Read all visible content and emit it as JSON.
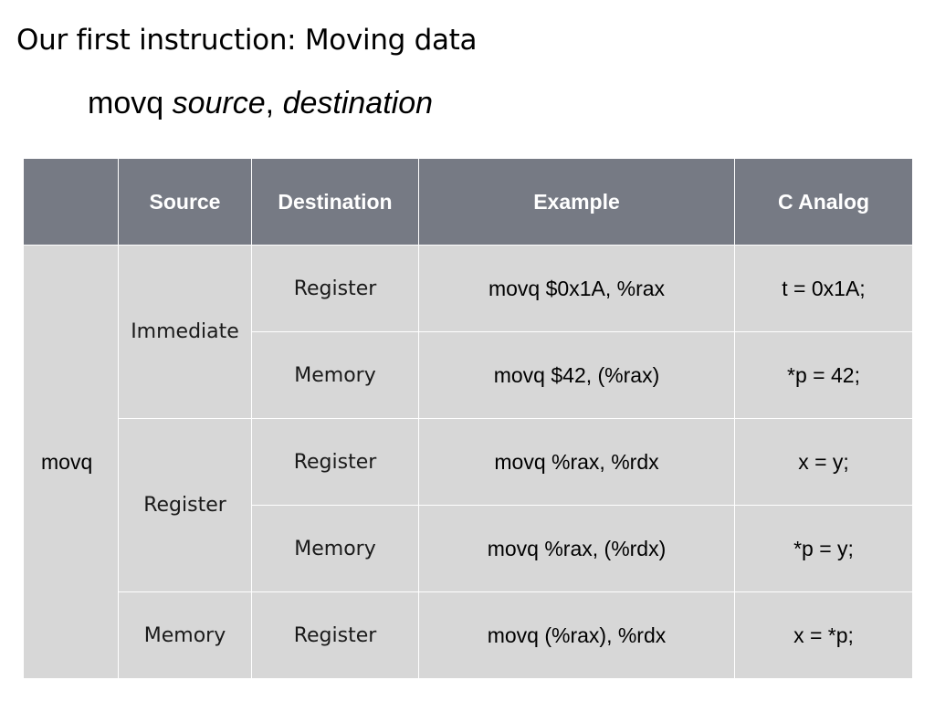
{
  "slide": {
    "title": "Our first instruction: Moving data",
    "syntax": {
      "mnemonic": "movq",
      "source": "source",
      "separator": ",",
      "destination": "destination"
    }
  },
  "table": {
    "headers": [
      "",
      "Source",
      "Destination",
      "Example",
      "C Analog"
    ],
    "instruction": "movq",
    "groups": [
      {
        "source": "Immediate",
        "rows": [
          {
            "destination": "Register",
            "example": "movq $0x1A, %rax",
            "c_analog": "t = 0x1A;"
          },
          {
            "destination": "Memory",
            "example": "movq $42, (%rax)",
            "c_analog": "*p = 42;"
          }
        ]
      },
      {
        "source": "Register",
        "rows": [
          {
            "destination": "Register",
            "example": "movq %rax, %rdx",
            "c_analog": "x = y;"
          },
          {
            "destination": "Memory",
            "example": "movq %rax, (%rdx)",
            "c_analog": "*p = y;"
          }
        ]
      },
      {
        "source": "Memory",
        "rows": [
          {
            "destination": "Register",
            "example": "movq (%rax), %rdx",
            "c_analog": "x = *p;"
          }
        ]
      }
    ]
  },
  "colors": {
    "header_bg": "#767a84",
    "cell_bg": "#d7d7d7",
    "grid_line": "#ffffff"
  }
}
